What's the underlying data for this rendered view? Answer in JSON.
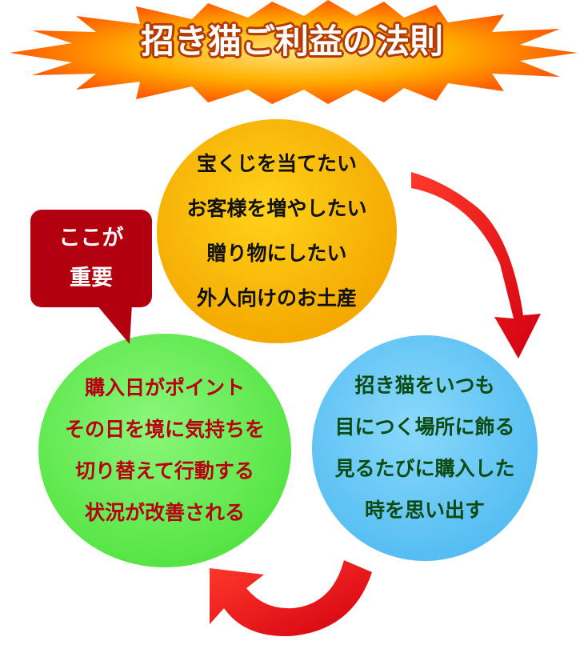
{
  "title": "招き猫ご利益の法則",
  "callout": {
    "lines": [
      "ここが",
      "重要"
    ]
  },
  "circles": {
    "top": {
      "lines": [
        "宝くじを当てたい",
        "お客様を増やしたい",
        "贈り物にしたい",
        "外人向けのお土産"
      ]
    },
    "right": {
      "lines": [
        "招き猫をいつも",
        "目につく場所に飾る",
        "見るたびに購入した",
        "時を思い出す"
      ]
    },
    "left": {
      "lines": [
        "購入日がポイント",
        "その日を境に気持ちを",
        "切り替えて行動する",
        "状況が改善される"
      ]
    }
  },
  "colors": {
    "top_circle": "#f9b400",
    "right_circle": "#6fcbf6",
    "left_circle": "#6ef05a",
    "top_text": "#111111",
    "right_text": "#0a4b12",
    "left_text": "#b80010",
    "callout": "#b3000f",
    "arrow": "#e81016",
    "banner_burst": "#ff7a00"
  }
}
